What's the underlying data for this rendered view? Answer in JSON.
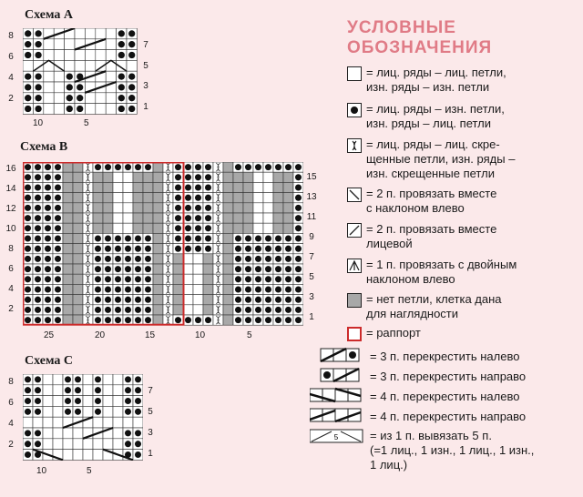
{
  "schemes": {
    "a": {
      "title": "Схема А",
      "rows_left": [
        "8",
        "6",
        "4",
        "2"
      ],
      "rows_right": [
        "7",
        "5",
        "3",
        "1"
      ],
      "cols": [
        "10",
        "5"
      ]
    },
    "b": {
      "title": "Схема В",
      "rows_left": [
        "16",
        "14",
        "12",
        "10",
        "8",
        "6",
        "4",
        "2"
      ],
      "rows_right": [
        "15",
        "13",
        "11",
        "9",
        "7",
        "5",
        "3",
        "1"
      ],
      "cols": [
        "25",
        "20",
        "15",
        "10",
        "5"
      ]
    },
    "c": {
      "title": "Схема С",
      "rows_left": [
        "8",
        "6",
        "4",
        "2"
      ],
      "rows_right": [
        "7",
        "5",
        "3",
        "1"
      ],
      "cols": [
        "10",
        "5"
      ]
    }
  },
  "legend": {
    "title_line1": "УСЛОВНЫЕ",
    "title_line2": "ОБОЗНАЧЕНИЯ",
    "items": [
      {
        "icon": "empty-cell-icon",
        "text": "= лиц. ряды – лиц. петли,\nизн. ряды – изн. петли"
      },
      {
        "icon": "dot-cell-icon",
        "text": "= лиц. ряды – изн. петли,\nизн. ряды – лиц. петли"
      },
      {
        "icon": "crossed-stitch-icon",
        "text": "= лиц. ряды – лиц. скре-\nщенные петли, изн. ряды –\nизн. скрещенные петли"
      },
      {
        "icon": "k2tog-left-icon",
        "text": "= 2 п. провязать вместе\nс наклоном влево"
      },
      {
        "icon": "k2tog-icon",
        "text": "= 2 п. провязать вместе\nлицевой"
      },
      {
        "icon": "double-decrease-icon",
        "text": "= 1 п. провязать с двойным\nнаклоном влево"
      },
      {
        "icon": "no-stitch-icon",
        "text": "= нет петли, клетка дана\nдля наглядности"
      },
      {
        "icon": "repeat-icon",
        "text": "= раппорт"
      }
    ],
    "cables": [
      {
        "icon": "cable-3-left-icon",
        "text": "= 3 п. перекрестить налево"
      },
      {
        "icon": "cable-3-right-icon",
        "text": "= 3 п. перекрестить направо"
      },
      {
        "icon": "cable-4-left-icon",
        "text": "= 4 п. перекрестить налево"
      },
      {
        "icon": "cable-4-right-icon",
        "text": "= 4 п. перекрестить направо"
      },
      {
        "icon": "increase-5-icon",
        "text": "= из 1 п. вывязать 5 п.\n(=1 лиц., 1 изн., 1 лиц., 1 изн.,\n1 лиц.)",
        "label": "5"
      }
    ]
  },
  "colors": {
    "accent": "#e07b86",
    "repeat": "#cc2b2b",
    "gray": "#a8a8a8",
    "background": "#fbe9ea"
  }
}
